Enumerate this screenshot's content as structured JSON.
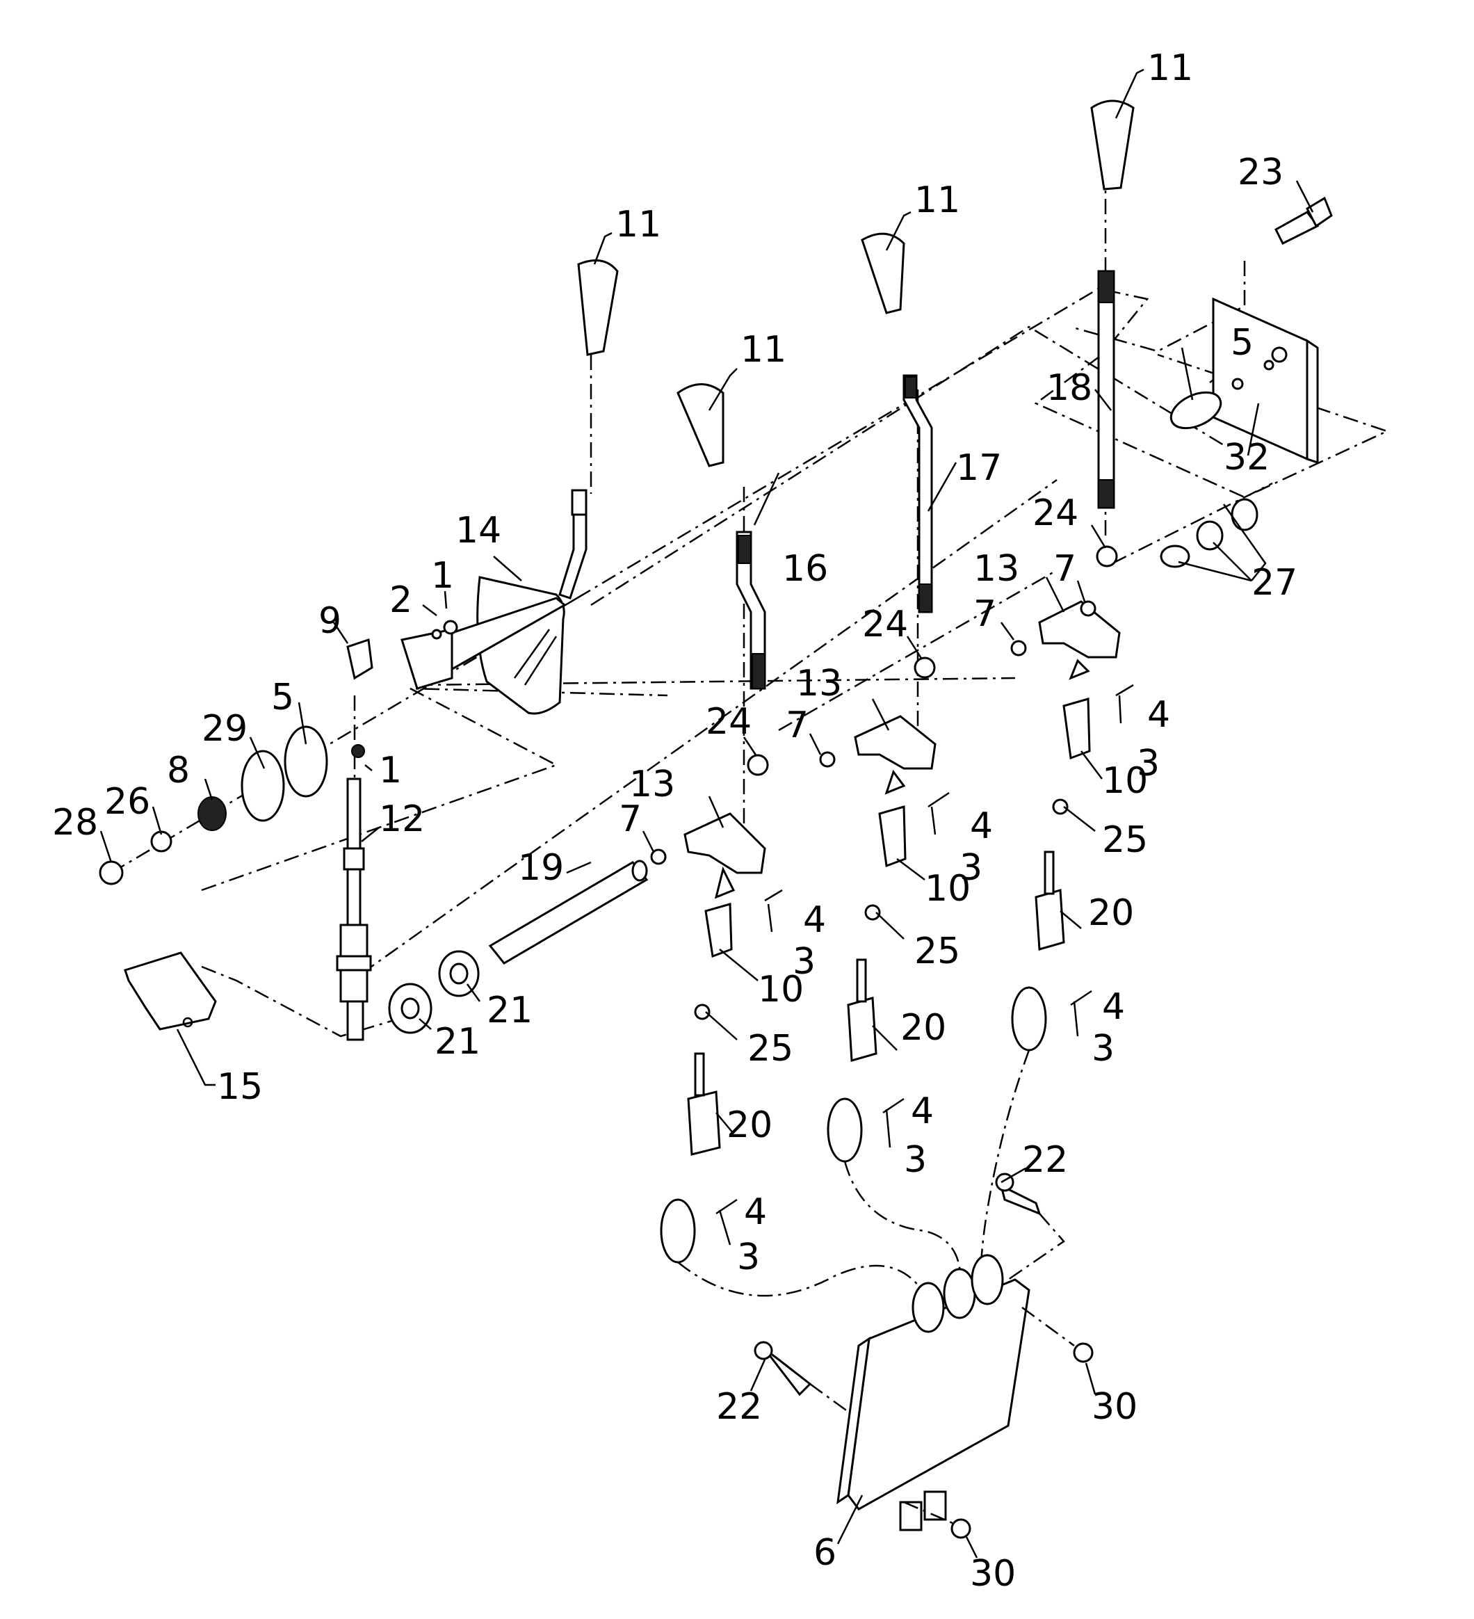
{
  "diagram": {
    "callouts": {
      "c1a": "1",
      "c1b": "1",
      "c2": "2",
      "c3a": "3",
      "c3b": "3",
      "c3c": "3",
      "c3d": "3",
      "c3e": "3",
      "c3f": "3",
      "c4a": "4",
      "c4b": "4",
      "c4c": "4",
      "c4d": "4",
      "c4e": "4",
      "c4f": "4",
      "c5a": "5",
      "c5b": "5",
      "c6": "6",
      "c7a": "7",
      "c7b": "7",
      "c7c": "7",
      "c7d": "7",
      "c8": "8",
      "c9": "9",
      "c10a": "10",
      "c10b": "10",
      "c10c": "10",
      "c11a": "11",
      "c11b": "11",
      "c11c": "11",
      "c11d": "11",
      "c12": "12",
      "c13a": "13",
      "c13b": "13",
      "c13c": "13",
      "c14": "14",
      "c15": "15",
      "c16": "16",
      "c17": "17",
      "c18": "18",
      "c19": "19",
      "c20a": "20",
      "c20b": "20",
      "c20c": "20",
      "c21a": "21",
      "c21b": "21",
      "c22a": "22",
      "c22b": "22",
      "c23": "23",
      "c24a": "24",
      "c24b": "24",
      "c24c": "24",
      "c25a": "25",
      "c25b": "25",
      "c25c": "25",
      "c26": "26",
      "c27": "27",
      "c28": "28",
      "c29": "29",
      "c30a": "30",
      "c30b": "30",
      "c32": "32"
    }
  }
}
